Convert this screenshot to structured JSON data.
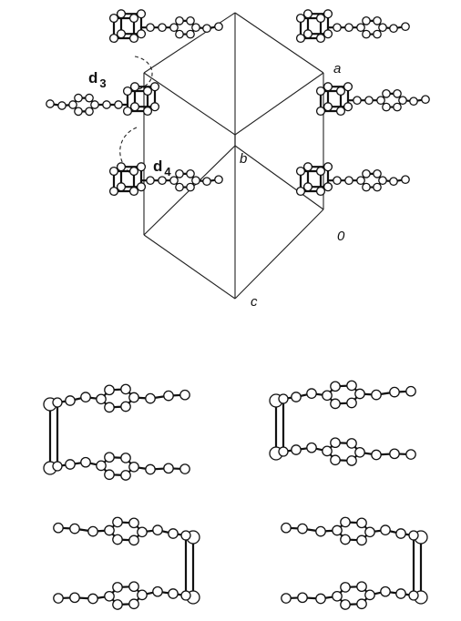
{
  "axes": {
    "a": "a",
    "b": "b",
    "c": "c",
    "origin": "0"
  },
  "contacts": {
    "d3": {
      "letter": "d",
      "sub": "3"
    },
    "d4": {
      "letter": "d",
      "sub": "4"
    }
  },
  "colors": {
    "ink": "#111111",
    "atom_fill": "#ffffff",
    "background": "#ffffff"
  }
}
